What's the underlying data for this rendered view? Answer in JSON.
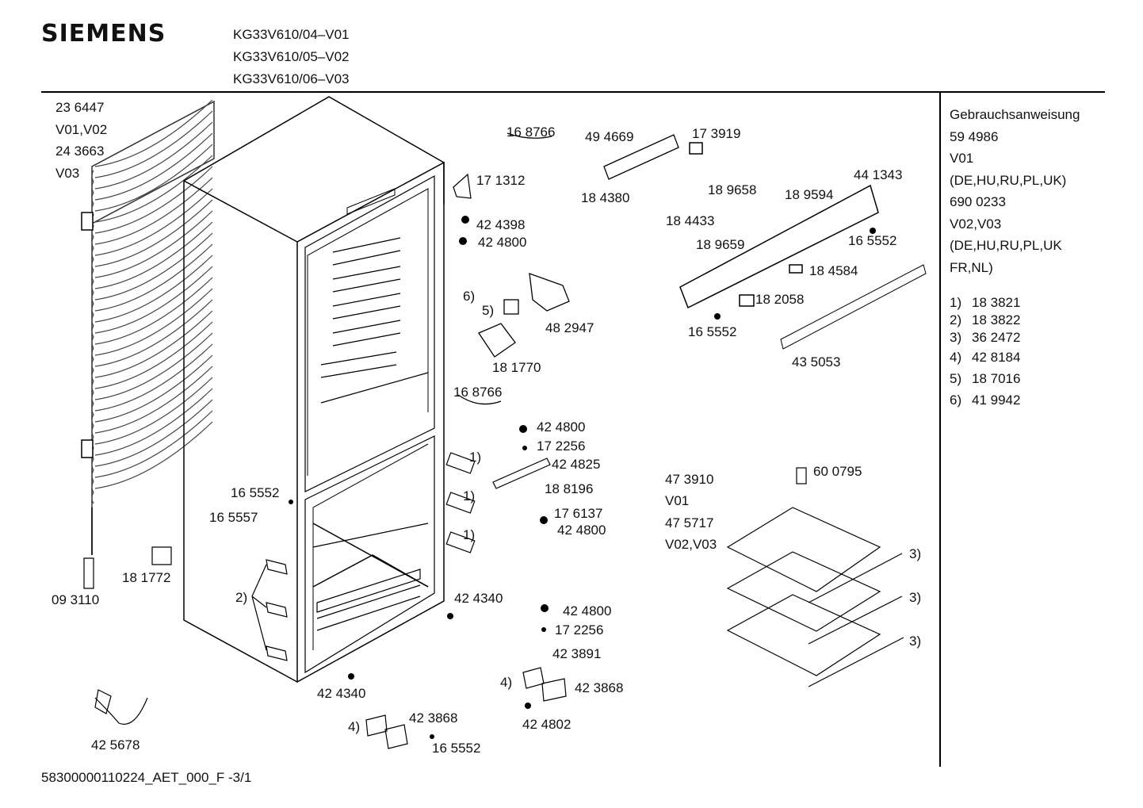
{
  "header": {
    "brand": "SIEMENS",
    "models": [
      "KG33V610/04–V01",
      "KG33V610/05–V02",
      "KG33V610/06–V03"
    ]
  },
  "sidebar": {
    "manual_title": "Gebrauchsanweisung",
    "manual_lines": [
      "59 4986",
      "V01",
      "(DE,HU,RU,PL,UK)",
      "690 0233",
      "V02,V03",
      "(DE,HU,RU,PL,UK",
      "FR,NL)"
    ],
    "footnotes": [
      {
        "num": "1)",
        "part": "18 3821"
      },
      {
        "num": "2)",
        "part": "18 3822"
      },
      {
        "num": "3)",
        "part": "36 2472"
      },
      {
        "num": "4)",
        "part": "42 8184"
      },
      {
        "num": "5)",
        "part": "18 7016"
      },
      {
        "num": "6)",
        "part": "41 9942"
      }
    ]
  },
  "labels": {
    "l1": "23 6447",
    "l2": "V01,V02",
    "l3": "24 3663",
    "l4": "V03",
    "l5": "16 8766",
    "l6": "49 4669",
    "l7": "17 3919",
    "l8": "17 1312",
    "l9": "42 4398",
    "l10": "42 4800",
    "l11": "18 4380",
    "l12": "18 9658",
    "l13": "18 9594",
    "l14": "44 1343",
    "l15": "18 4433",
    "l16": "18 9659",
    "l17": "16 5552",
    "l18": "6)",
    "l19": "5)",
    "l20": "48 2947",
    "l21": "18 4584",
    "l22": "18 2058",
    "l23": "16 5552",
    "l24": "18 1770",
    "l25": "43 5053",
    "l26": "16 8766",
    "l27": "42 4800",
    "l28": "17 2256",
    "l29": "42 4825",
    "l30": "18 8196",
    "l31": "17 6137",
    "l32": "42 4800",
    "l33": "1)",
    "l34": "1)",
    "l35": "1)",
    "l36": "16 5552",
    "l37": "16 5557",
    "l38": "47 3910",
    "l39": "V01",
    "l40": "47 5717",
    "l41": "V02,V03",
    "l42": "60 0795",
    "l43": "3)",
    "l44": "3)",
    "l45": "3)",
    "l46": "18 1772",
    "l47": "09 3110",
    "l48": "2)",
    "l49": "42 4340",
    "l50": "42 4800",
    "l51": "17 2256",
    "l52": "42 3891",
    "l53": "4)",
    "l54": "42 3868",
    "l55": "42 4802",
    "l56": "42 4340",
    "l57": "4)",
    "l58": "42 3868",
    "l59": "16 5552",
    "l60": "42 5678"
  },
  "footer": {
    "code": "58300000110224_AET_000_F -3/1"
  }
}
